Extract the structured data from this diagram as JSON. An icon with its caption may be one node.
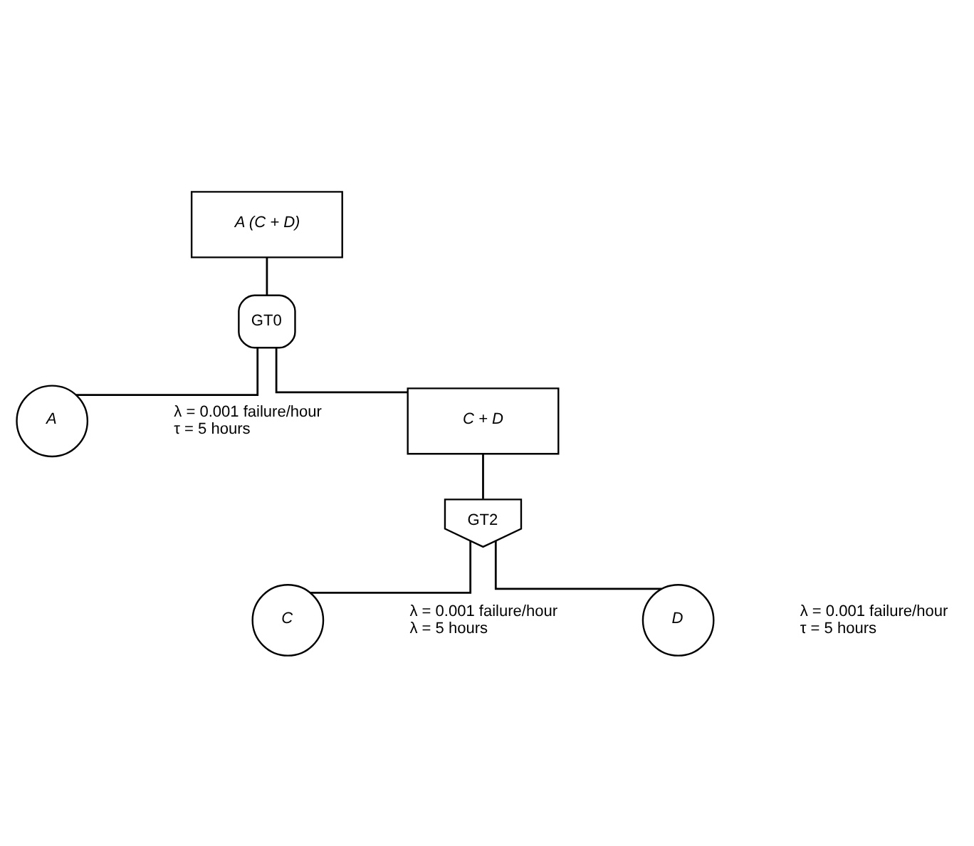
{
  "diagram": {
    "nodes": [
      {
        "text": [
          "A (C + D)"
        ]
      },
      {
        "text": [
          "GT0"
        ]
      },
      {
        "text": [
          "A"
        ],
        "beside": [
          "λ = 0.001 failure/hour",
          "τ = 5 hours"
        ]
      },
      {
        "text": [
          "C + D"
        ]
      },
      {
        "text": [
          "GT2"
        ]
      },
      {
        "text": [
          "C"
        ],
        "beside": [
          "λ = 0.001 failure/hour",
          "λ = 5 hours"
        ]
      },
      {
        "text": [
          "D"
        ],
        "beside": [
          "λ = 0.001 failure/hour",
          "τ = 5 hours"
        ]
      }
    ],
    "edges": [
      {
        "from": 0,
        "to": 1,
        "arrow": "none"
      },
      {
        "from": 1,
        "to": 2,
        "arrow": "none"
      },
      {
        "from": 1,
        "to": 3,
        "arrow": "none"
      },
      {
        "from": 3,
        "to": 4,
        "arrow": "none"
      },
      {
        "from": 4,
        "to": 5,
        "arrow": "none"
      },
      {
        "from": 4,
        "to": 6,
        "arrow": "none"
      }
    ]
  }
}
